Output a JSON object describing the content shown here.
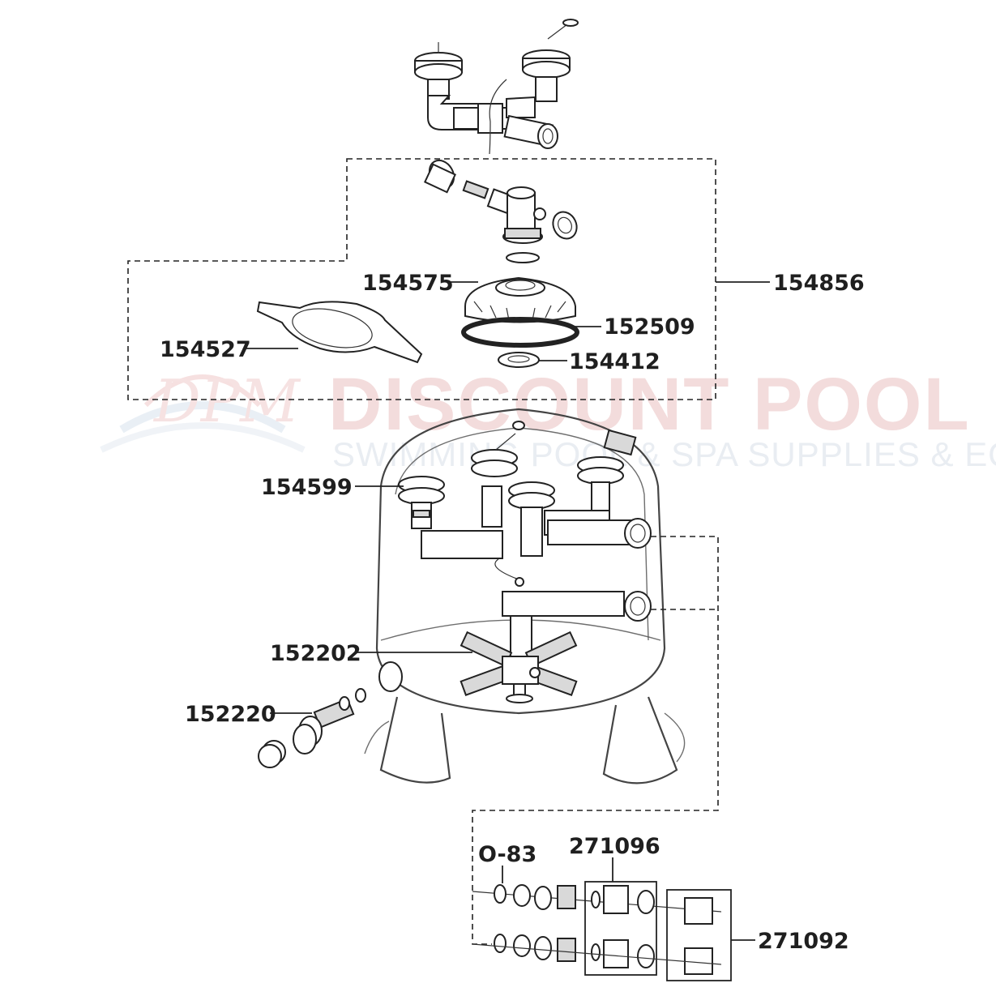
{
  "watermark": {
    "brand": "DISCOUNT POOL MART",
    "tagline": "SWIMMING POOL & SPA SUPPLIES & EQUIPMENT",
    "logo": "DPM"
  },
  "parts": {
    "lid_assembly": "154856",
    "lid": "154575",
    "oring_lid": "152509",
    "wrench": "154527",
    "locknut": "154412",
    "lateral_hub": "154599",
    "underdrain": "152202",
    "drain": "152220",
    "oring": "O-83",
    "union_kit_a": "271096",
    "union_kit_b": "271092"
  }
}
